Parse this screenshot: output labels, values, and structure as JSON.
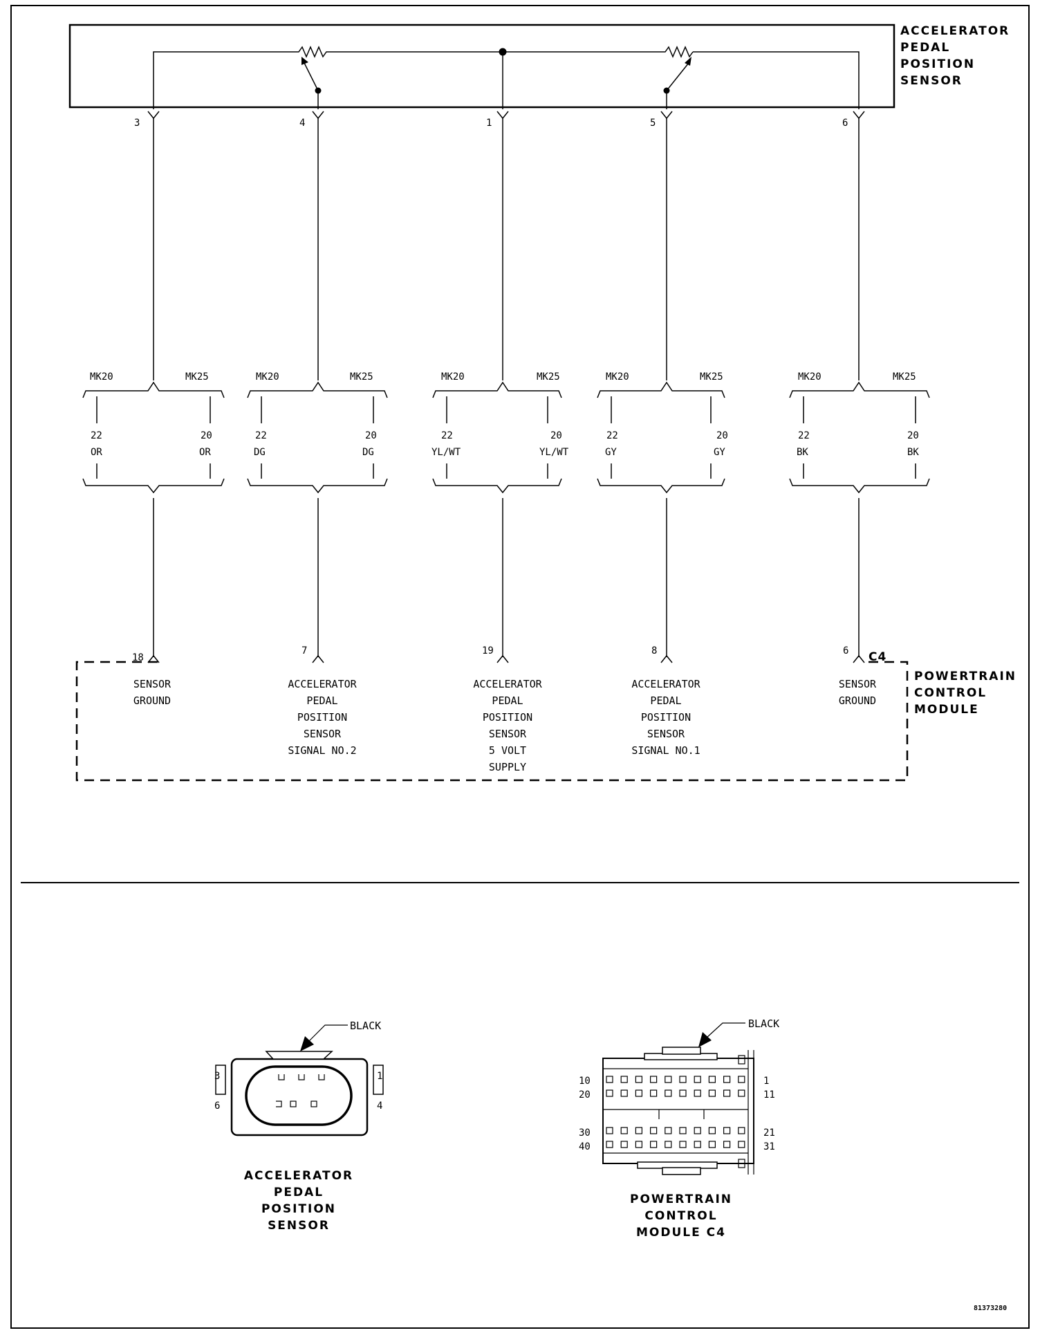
{
  "sensor": {
    "title_lines": [
      "ACCELERATOR",
      "PEDAL",
      "POSITION",
      "SENSOR"
    ],
    "pins": [
      "3",
      "4",
      "1",
      "5",
      "6"
    ]
  },
  "pcm": {
    "title_lines": [
      "POWERTRAIN",
      "CONTROL",
      "MODULE"
    ],
    "connector": "C4",
    "pins": [
      "18",
      "7",
      "19",
      "8",
      "6"
    ],
    "functions": [
      [
        "SENSOR",
        "GROUND"
      ],
      [
        "ACCELERATOR",
        "PEDAL",
        "POSITION",
        "SENSOR",
        "SIGNAL NO.2"
      ],
      [
        "ACCELERATOR",
        "PEDAL",
        "POSITION",
        "SENSOR",
        "5 VOLT",
        "SUPPLY"
      ],
      [
        "ACCELERATOR",
        "PEDAL",
        "POSITION",
        "SENSOR",
        "SIGNAL NO.1"
      ],
      [
        "SENSOR",
        "GROUND"
      ]
    ]
  },
  "splices": [
    {
      "left_label": "MK20",
      "right_label": "MK25",
      "left_gauge": "22",
      "right_gauge": "20",
      "left_color": "OR",
      "right_color": "OR"
    },
    {
      "left_label": "MK20",
      "right_label": "MK25",
      "left_gauge": "22",
      "right_gauge": "20",
      "left_color": "DG",
      "right_color": "DG"
    },
    {
      "left_label": "MK20",
      "right_label": "MK25",
      "left_gauge": "22",
      "right_gauge": "20",
      "left_color": "YL/WT",
      "right_color": "YL/WT"
    },
    {
      "left_label": "MK20",
      "right_label": "MK25",
      "left_gauge": "22",
      "right_gauge": "20",
      "left_color": "GY",
      "right_color": "GY"
    },
    {
      "left_label": "MK20",
      "right_label": "MK25",
      "left_gauge": "22",
      "right_gauge": "20",
      "left_color": "BK",
      "right_color": "BK"
    }
  ],
  "connector_views": {
    "sensor_view": {
      "color": "BLACK",
      "title_lines": [
        "ACCELERATOR",
        "PEDAL",
        "POSITION",
        "SENSOR"
      ],
      "pin_labels": {
        "top_left": "3",
        "top_right": "1",
        "bottom_left": "6",
        "bottom_right": "4"
      }
    },
    "pcm_view": {
      "color": "BLACK",
      "title_lines": [
        "POWERTRAIN",
        "CONTROL",
        "MODULE C4"
      ],
      "pin_labels": {
        "r1_left": "10",
        "r1_right": "1",
        "r2_left": "20",
        "r2_right": "11",
        "r3_left": "30",
        "r3_right": "21",
        "r4_left": "40",
        "r4_right": "31"
      }
    }
  },
  "figure_number": "81373280"
}
